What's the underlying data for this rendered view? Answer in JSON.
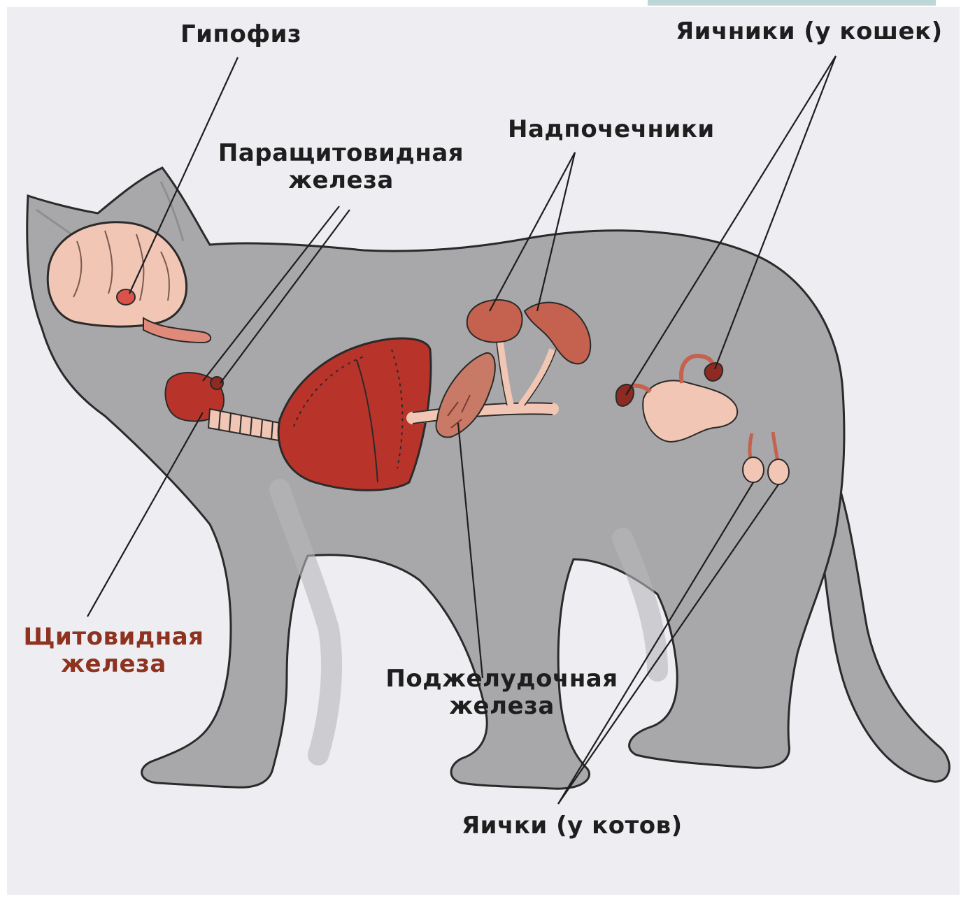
{
  "labels": {
    "pituitary": "Гипофиз",
    "ovaries": "Яичники (у кошек)",
    "adrenals": "Надпочечники",
    "parathyroid_line1": "Паращитовидная",
    "parathyroid_line2": "железа",
    "thyroid_line1": "Щитовидная",
    "thyroid_line2": "железа",
    "pancreas_line1": "Поджелудочная",
    "pancreas_line2": "железа",
    "testes": "Яички (у котов)"
  },
  "colors": {
    "background": "#eeeef2",
    "cat_body": "#a8a8aa",
    "cat_outline": "#2a2a2a",
    "organ_red": "#b8342a",
    "organ_dark_red": "#8e2a22",
    "organ_pink": "#f1c6b4",
    "thyroid_label": "#8e3320",
    "label_text": "#1e1e1e"
  }
}
